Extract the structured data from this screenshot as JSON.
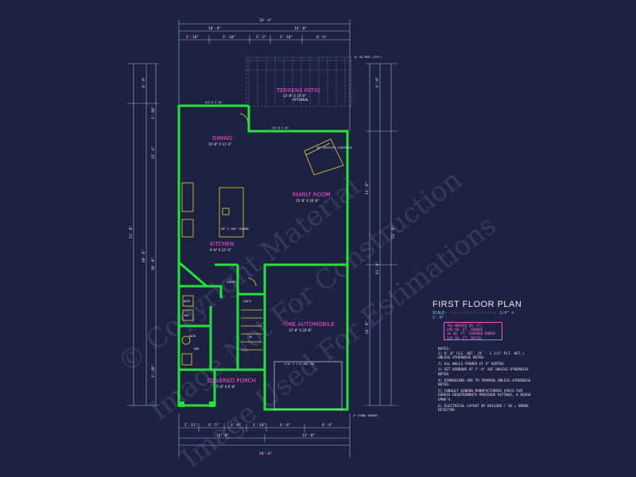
{
  "rooms": {
    "dining": {
      "name": "DINING",
      "size": "10'-8\" X 11'-4\""
    },
    "family": {
      "name": "FAMILY ROOM",
      "size": "15'-8\" X 20'-8\""
    },
    "kitchen": {
      "name": "KITCHEN",
      "size": "9'-8\" X 12'-4\""
    },
    "garage": {
      "name": "ONE AUTOMOBILE",
      "size": "12'-8\" X 20'-8\""
    },
    "porch": {
      "name": "COVERED PORCH",
      "size": "5'-8\" X 6'-8\""
    },
    "patio": {
      "name": "TERRENS PATIO",
      "size": "13'-8\" X 10'-0\"",
      "note": "OPTIONAL"
    }
  },
  "small_labels": {
    "fireplace": "36\" VENTLESS FIREPLACE",
    "island": "48\" X 100\" ISLAND",
    "pantry": "PANTRY",
    "wash": "WASH",
    "dry": "DRY",
    "coats": "COATS",
    "pdr": "PDR",
    "up": "UP",
    "bath": "BATH",
    "post": "6\" SQ POST (TYP.)",
    "garage_door": "9'0\" X 7'0\" OH. DR.",
    "stone": "2\" STONE VENEER",
    "window_top": "CLS 8 X 10",
    "window_mid": "CLS 8 X 10"
  },
  "dims": {
    "top_total": "29'-4\"",
    "top_left": "10'-8\"",
    "top_right": "14'-8\"",
    "top_1": "3'-10\"",
    "top_2": "3'-10\"",
    "top_3": "3'-2\"",
    "top_4": "3'-10\"",
    "top_5": "8'-6\"",
    "bottom_total": "29'-4\"",
    "bottom_left": "12'-8\"",
    "bottom_right": "12'-8\"",
    "bottom_1": "2'-11\"",
    "bottom_2": "4'-5\"",
    "bottom_3": "3'-6\"",
    "bottom_4": "1'-10\"",
    "bottom_5": "6'-4\"",
    "bottom_6": "6'-4\"",
    "left_total": "51'-8\"",
    "left_1": "6'-8\"",
    "left_2": "49'-8\"",
    "left_3": "3'-10\"",
    "left_4": "12'-4\"",
    "left_5": "28'-8\"",
    "left_6": "3'-10\"",
    "right_total": "51'-8\"",
    "right_1": "6'-8\"",
    "right_2": "11'-8\"",
    "right_3": "41'-6\"",
    "right_4": "24'-8\""
  },
  "title": {
    "heading": "FIRST FLOOR PLAN",
    "scale": "SCALE: ···················· 1/4\" = 1'-0\""
  },
  "areas": [
    "761 HEATED SQ. FT.",
    "249 SQ. FT. GARAGE",
    "16 SQ. FT. COVERED PORCH",
    "141 SQ. FT. PATIO"
  ],
  "notes": {
    "heading": "NOTES:",
    "items": [
      "1) 9'-0\" CLG. HGT. (9' - 1 1/2\" PLT. HGT.) UNLESS OTHERWISE NOTED.",
      "2) ALL WALLS FRAMED AT 4\" WIDTHS",
      "3) SET WINDOWS AT 7'-4\" AGF UNLESS OTHERWISE NOTED.",
      "4) DIMENSIONS ARE TO FRAMING UNLESS OTHERWISE NOTED.",
      "5) CONSULT WINDOW MANUFACTURERS SPECS FOR EGRESS REQUIREMENTS PRESSURE RATINGS, & ROUGH OPNG'S.",
      "6) ELECTRICAL LAYOUT BY BUILDER / SD = SMOKE DETECTOR"
    ]
  },
  "watermark": {
    "line1": "© Copyright Material",
    "line2": "Image Not For Construction",
    "line3": "Image Used For Estimations"
  },
  "colors": {
    "background": "#1e2140",
    "walls": "#22e33a",
    "dims": "#8fb8e8",
    "labels": "#ff4fd8",
    "furniture": "#e0d44a"
  }
}
